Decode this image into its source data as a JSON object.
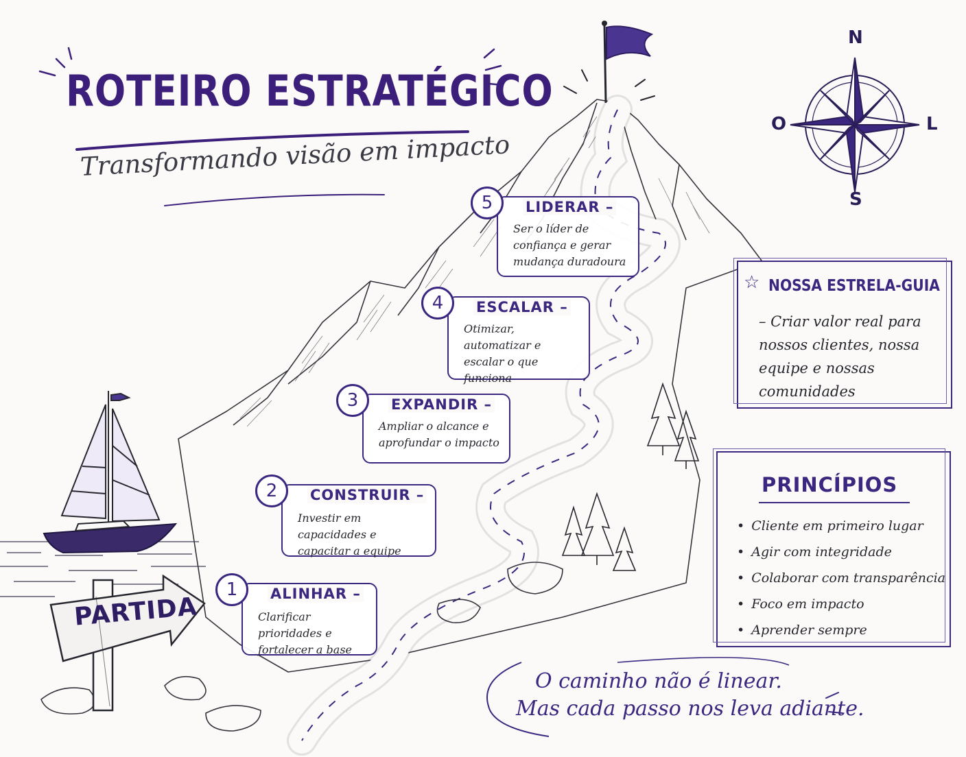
{
  "title": "ROTEIRO ESTRATÉGICO",
  "subtitle": "Transformando visão em impacto",
  "steps": [
    {
      "number": "1",
      "label": "ALINHAR –",
      "desc": "Clarificar prioridades e fortalecer a base"
    },
    {
      "number": "2",
      "label": "CONSTRUIR –",
      "desc": "Investir em capacidades e capacitar a equipe"
    },
    {
      "number": "3",
      "label": "EXPANDIR –",
      "desc": "Ampliar o alcance e aprofundar o impacto"
    },
    {
      "number": "4",
      "label": "ESCALAR –",
      "desc": "Otimizar, automatizar e escalar o que funciona"
    },
    {
      "number": "5",
      "label": "LIDERAR –",
      "desc": "Ser o líder de confiança e gerar mudança duradoura"
    }
  ],
  "north_star": {
    "title": "NOSSA ESTRELA-GUIA",
    "text": "– Criar valor real para nossos clientes, nossa equipe e nossas comunidades"
  },
  "principles": {
    "title": "PRINCÍPIOS",
    "items": [
      "Cliente em primeiro lugar",
      "Agir com integridade",
      "Colaborar com transparência",
      "Foco em impacto",
      "Aprender sempre"
    ]
  },
  "start_sign": "PARTIDA",
  "quote": {
    "line1": "O caminho não é linear.",
    "line2": "Mas cada passo nos leva adiante."
  },
  "compass": {
    "north": "N",
    "south": "S",
    "east": "L",
    "west": "O"
  },
  "colors": {
    "accent": "#3b2680",
    "ink": "#26262e",
    "paper": "#fbfaf8"
  }
}
